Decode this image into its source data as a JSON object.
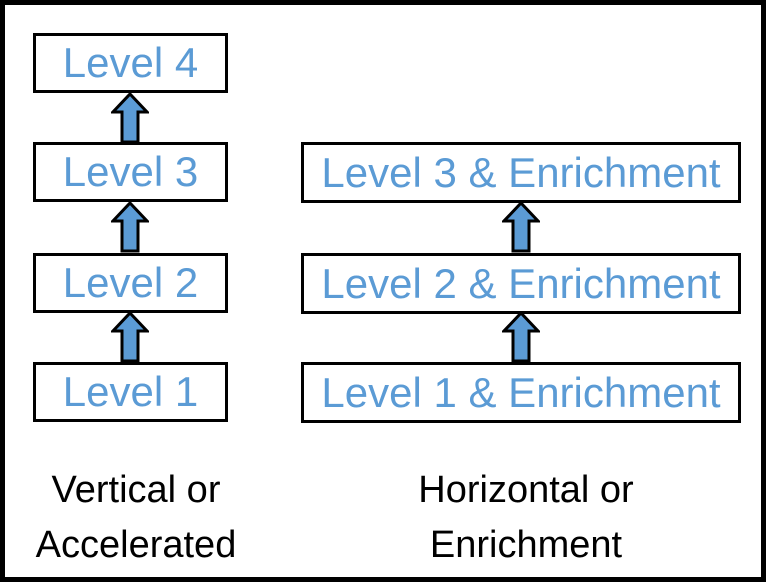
{
  "diagram": {
    "left_column": {
      "boxes": [
        "Level 4",
        "Level 3",
        "Level 2",
        "Level 1"
      ],
      "caption_line1": "Vertical or",
      "caption_line2": "Accelerated"
    },
    "right_column": {
      "boxes": [
        "Level 3 & Enrichment",
        "Level 2 & Enrichment",
        "Level 1 & Enrichment"
      ],
      "caption_line1": "Horizontal or",
      "caption_line2": "Enrichment"
    },
    "arrow_icon": "up-block-arrow",
    "colors": {
      "box_text": "#5B9BD5",
      "arrow_fill": "#5B9BD5",
      "arrow_outline": "#000000",
      "box_border": "#000000",
      "background": "#FFFFFF",
      "caption_text": "#000000"
    }
  }
}
